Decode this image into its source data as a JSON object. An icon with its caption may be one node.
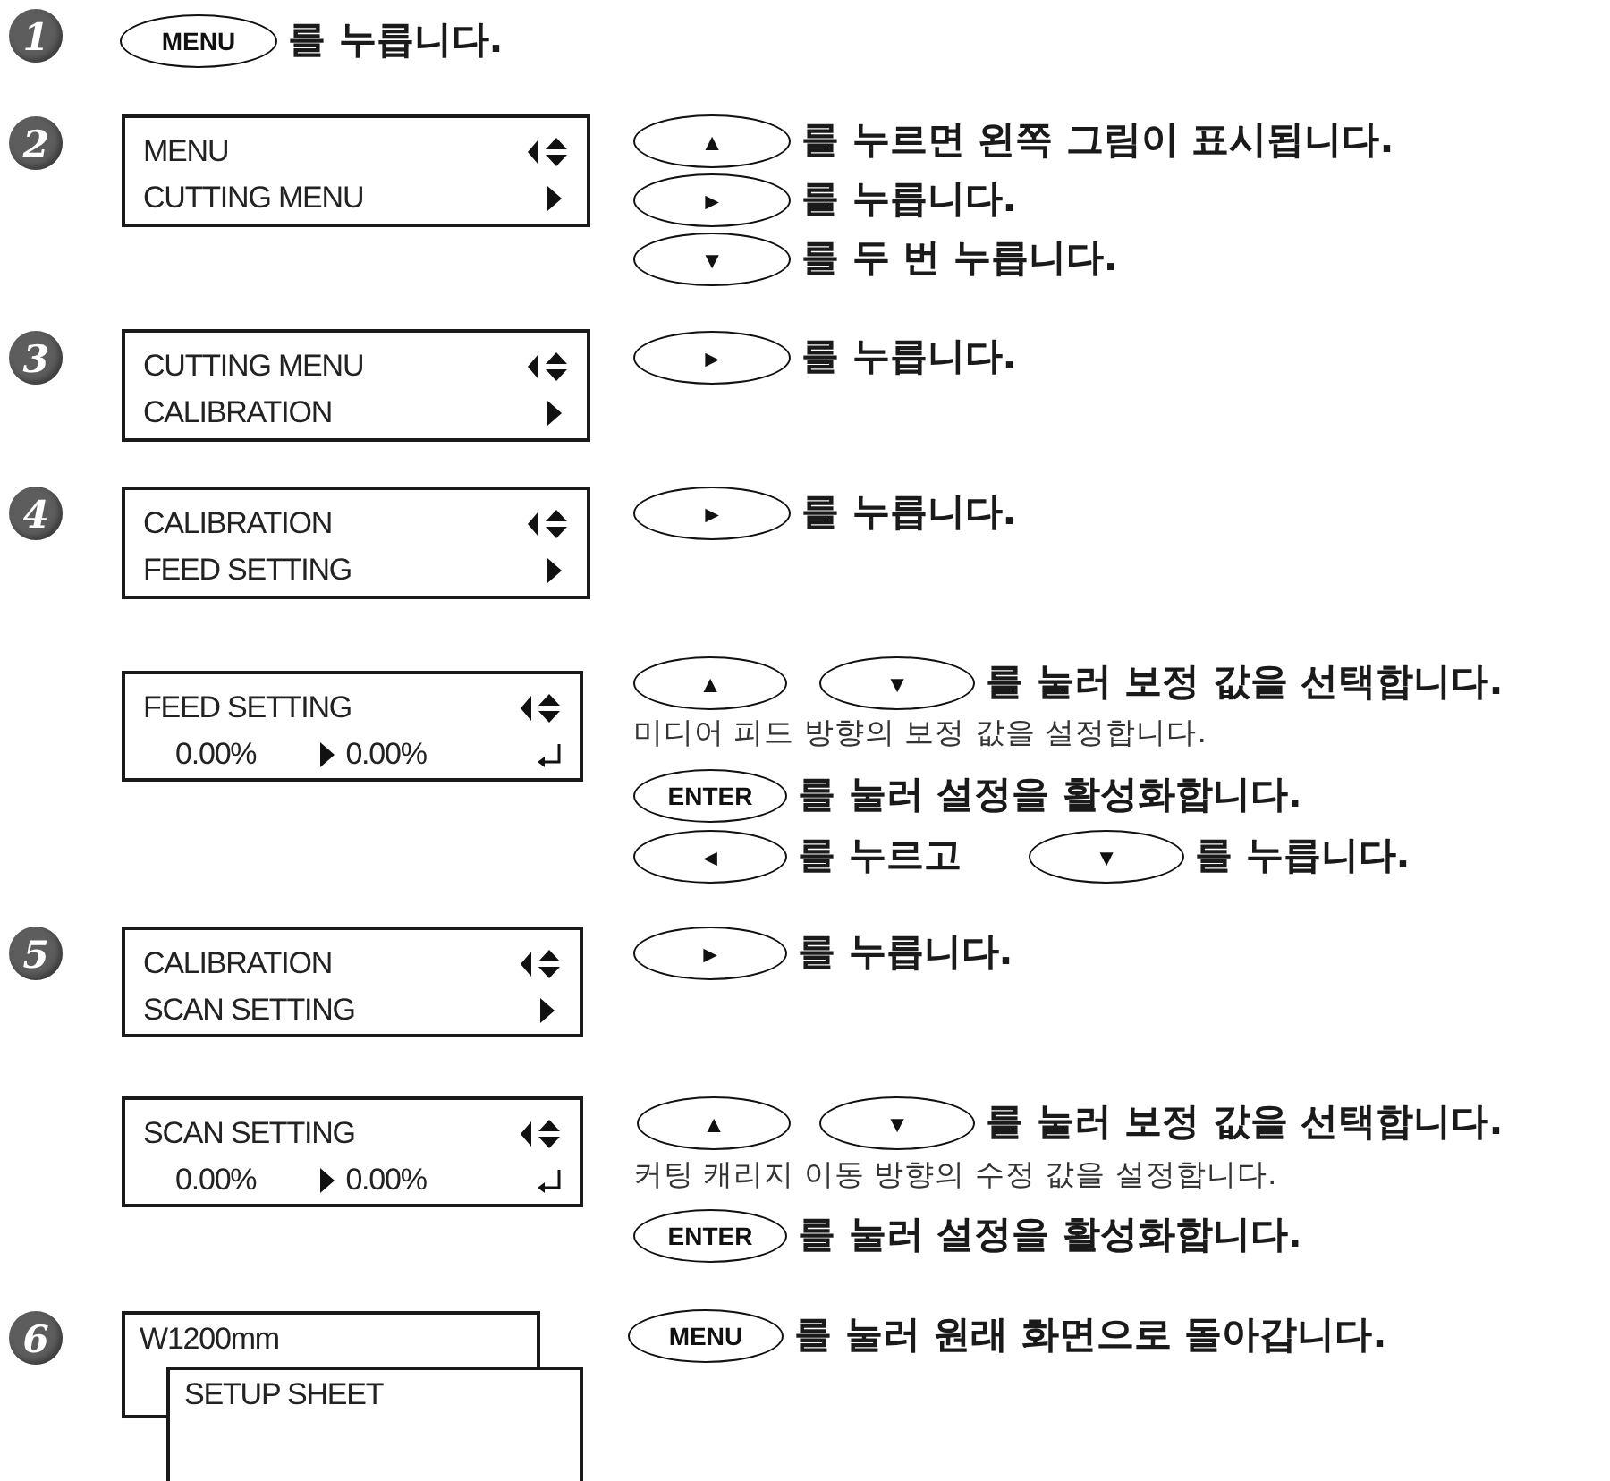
{
  "diagram": {
    "nodes": [
      {
        "text": [
          "1"
        ]
      },
      {
        "text": [
          "MENU"
        ],
        "beside": [
          "를 누릅니다."
        ]
      },
      {
        "text": [
          "2"
        ]
      },
      {
        "text": [
          "MENU",
          "CUTTING MENU"
        ]
      },
      {
        "text": [
          "▲"
        ],
        "beside": [
          "를 누르면 왼쪽 그림이 표시됩니다."
        ]
      },
      {
        "text": [
          "►"
        ],
        "beside": [
          "를 누릅니다."
        ]
      },
      {
        "text": [
          "▼"
        ],
        "beside": [
          "를 두 번 누릅니다."
        ]
      },
      {
        "text": [
          "3"
        ]
      },
      {
        "text": [
          "CUTTING MENU",
          "CALIBRATION"
        ]
      },
      {
        "text": [
          "►"
        ],
        "beside": [
          "를 누릅니다."
        ]
      },
      {
        "text": [
          "4"
        ]
      },
      {
        "text": [
          "CALIBRATION",
          "FEED SETTING"
        ]
      },
      {
        "text": [
          "►"
        ],
        "beside": [
          "를 누릅니다."
        ]
      },
      {
        "text": [
          "FEED SETTING",
          "0.00%",
          "0.00%"
        ]
      },
      {
        "text": [
          "▲"
        ]
      },
      {
        "text": [
          "▼"
        ],
        "beside": [
          "를 눌러 보정 값을 선택합니다."
        ]
      },
      {
        "text": [
          "ENTER"
        ],
        "beside": [
          "를 눌러 설정을 활성화합니다."
        ]
      },
      {
        "text": [
          "◄"
        ],
        "beside": [
          "를 누르고"
        ]
      },
      {
        "text": [
          "▼"
        ],
        "beside": [
          "를 누릅니다."
        ]
      },
      {
        "text": [
          "5"
        ]
      },
      {
        "text": [
          "CALIBRATION",
          "SCAN SETTING"
        ]
      },
      {
        "text": [
          "►"
        ],
        "beside": [
          "를 누릅니다."
        ]
      },
      {
        "text": [
          "SCAN SETTING",
          "0.00%",
          "0.00%"
        ]
      },
      {
        "text": [
          "▲"
        ]
      },
      {
        "text": [
          "▼"
        ],
        "beside": [
          "를 눌러 보정 값을 선택합니다."
        ]
      },
      {
        "text": [
          "ENTER"
        ],
        "beside": [
          "를 눌러 설정을 활성화합니다."
        ]
      },
      {
        "text": [
          "6"
        ]
      },
      {
        "text": [
          "W1200mm"
        ]
      },
      {
        "text": [
          "SETUP SHEET"
        ]
      },
      {
        "text": [
          "MENU"
        ],
        "beside": [
          "를 눌러 원래 화면으로 돌아갑니다."
        ]
      }
    ],
    "labels": [
      "미디어 피드 방향의 보정 값을 설정합니다.",
      "커팅 캐리지 이동 방향의 수정 값을 설정합니다."
    ]
  }
}
